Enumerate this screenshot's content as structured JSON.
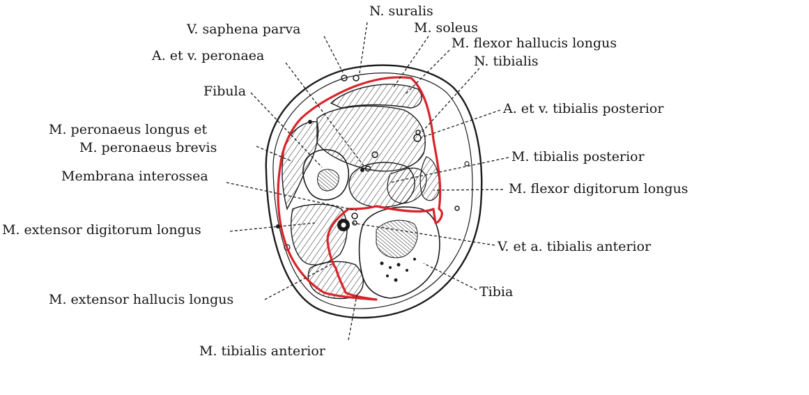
{
  "labels": {
    "n_suralis": "N. suralis",
    "v_saphena_parva": "V. saphena parva",
    "m_soleus": "M. soleus",
    "m_flexor_hallucis_longus": "M. flexor hallucis longus",
    "a_v_peronaea": "A. et v. peronaea",
    "n_tibialis": "N. tibialis",
    "fibula": "Fibula",
    "a_v_tibialis_posterior": "A. et v. tibialis posterior",
    "m_peronaeus_longus": "M. peronaeus longus et",
    "m_peronaeus_brevis": "M. peronaeus brevis",
    "m_tibialis_posterior": "M. tibialis posterior",
    "membrana_interossea": "Membrana interossea",
    "m_flexor_digitorum_longus": "M. flexor digitorum longus",
    "m_extensor_digitorum_longus": "M. extensor digitorum longus",
    "v_a_tibialis_anterior": "V. et a. tibialis anterior",
    "tibia": "Tibia",
    "m_extensor_hallucis_longus": "M. extensor hallucis longus",
    "m_tibialis_anterior": "M. tibialis anterior"
  },
  "colors": {
    "ink": "#1a1a1a",
    "highlight_outline": "#d8232a",
    "background": "#ffffff"
  }
}
